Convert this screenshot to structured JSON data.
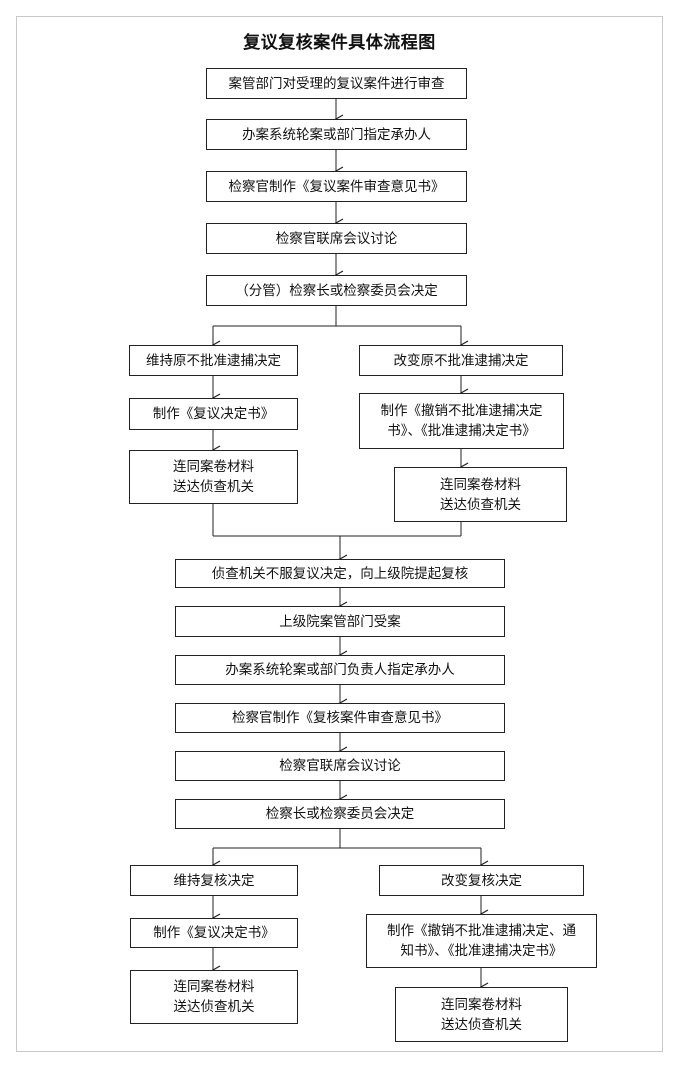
{
  "title": "复议复核案件具体流程图",
  "steps": {
    "s1": "案管部门对受理的复议案件进行审查",
    "s2": "办案系统轮案或部门指定承办人",
    "s3": "检察官制作《复议案件审查意见书》",
    "s4": "检察官联席会议讨论",
    "s5": "（分管）检察长或检察委员会决定",
    "l1": "维持原不批准逮捕决定",
    "l2": "制作《复议决定书》",
    "l3": "连同案卷材料\n送达侦查机关",
    "r1": "改变原不批准逮捕决定",
    "r2": "制作《撤销不批准逮捕决定\n书》、《批准逮捕决定书》",
    "r3": "连同案卷材料\n送达侦查机关",
    "t1": "侦查机关不服复议决定，向上级院提起复核",
    "t2": "上级院案管部门受案",
    "t3": "办案系统轮案或部门负责人指定承办人",
    "t4": "检察官制作《复核案件审查意见书》",
    "t5": "检察官联席会议讨论",
    "t6": "检察长或检察委员会决定",
    "bl1": "维持复核决定",
    "bl2": "制作《复议决定书》",
    "bl3": "连同案卷材料\n送达侦查机关",
    "br1": "改变复核决定",
    "br2": "制作《撤销不批准逮捕决定、通\n知书》、《批准逮捕决定书》",
    "br3": "连同案卷材料\n送达侦查机关"
  },
  "colors": {
    "border": "#222222",
    "frame": "#c9c9c9"
  }
}
